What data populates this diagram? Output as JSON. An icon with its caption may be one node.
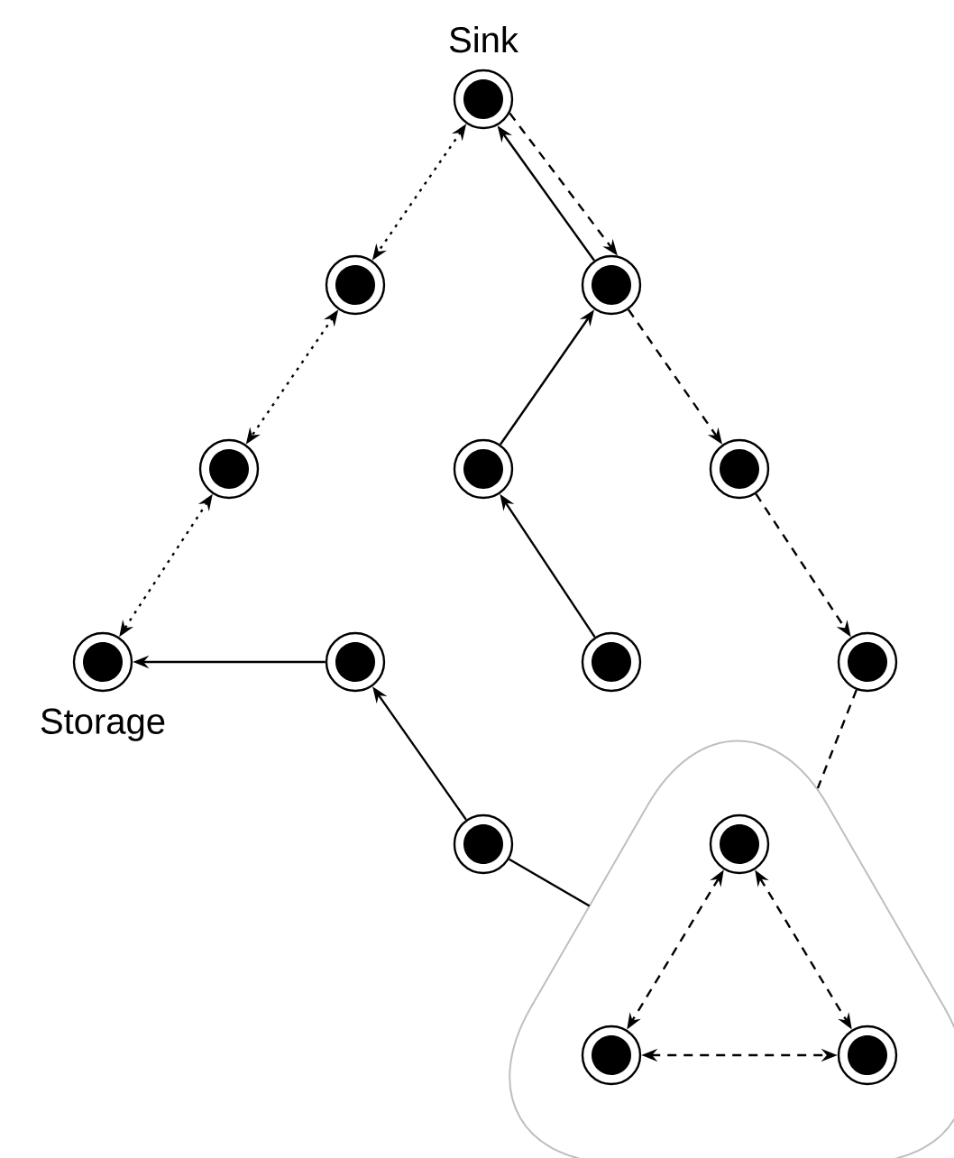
{
  "diagram": {
    "nodes": [
      {
        "text": [],
        "shape": "circle",
        "beside": [
          "Sink"
        ]
      },
      {
        "text": [],
        "shape": "circle"
      },
      {
        "text": [],
        "shape": "circle"
      },
      {
        "text": [],
        "shape": "circle"
      },
      {
        "text": [],
        "shape": "circle"
      },
      {
        "text": [],
        "shape": "circle"
      },
      {
        "text": [],
        "shape": "circle",
        "beside": [
          "Storage"
        ]
      },
      {
        "text": [],
        "shape": "circle"
      },
      {
        "text": [],
        "shape": "circle"
      },
      {
        "text": [],
        "shape": "circle"
      },
      {
        "text": [],
        "shape": "circle"
      },
      {
        "text": [],
        "shape": "triangle"
      },
      {
        "text": [],
        "shape": "circle",
        "in": 11
      },
      {
        "text": [],
        "shape": "circle",
        "in": 11
      },
      {
        "text": [],
        "shape": "circle",
        "in": 11
      }
    ],
    "edges": [
      {
        "from": 0,
        "to": 1,
        "arrow": "both",
        "style": "dashed"
      },
      {
        "from": 1,
        "to": 3,
        "arrow": "both",
        "style": "dashed"
      },
      {
        "from": 3,
        "to": 6,
        "arrow": "both",
        "style": "dashed"
      },
      {
        "from": 2,
        "to": 0,
        "arrow": "to"
      },
      {
        "from": 0,
        "to": 2,
        "arrow": "to",
        "style": "dashed"
      },
      {
        "from": 4,
        "to": 2,
        "arrow": "to"
      },
      {
        "from": 8,
        "to": 4,
        "arrow": "to"
      },
      {
        "from": 2,
        "to": 5,
        "arrow": "to",
        "style": "dashed"
      },
      {
        "from": 5,
        "to": 9,
        "arrow": "to",
        "style": "dashed"
      },
      {
        "from": 9,
        "to": 11,
        "arrow": "none",
        "style": "dashed"
      },
      {
        "from": 10,
        "to": 11,
        "arrow": "none"
      },
      {
        "from": 10,
        "to": 7,
        "arrow": "to"
      },
      {
        "from": 7,
        "to": 6,
        "arrow": "to"
      },
      {
        "from": 12,
        "to": 13,
        "arrow": "both",
        "style": "dashed"
      },
      {
        "from": 12,
        "to": 14,
        "arrow": "both",
        "style": "dashed"
      },
      {
        "from": 13,
        "to": 14,
        "arrow": "both",
        "style": "dashed"
      }
    ]
  }
}
